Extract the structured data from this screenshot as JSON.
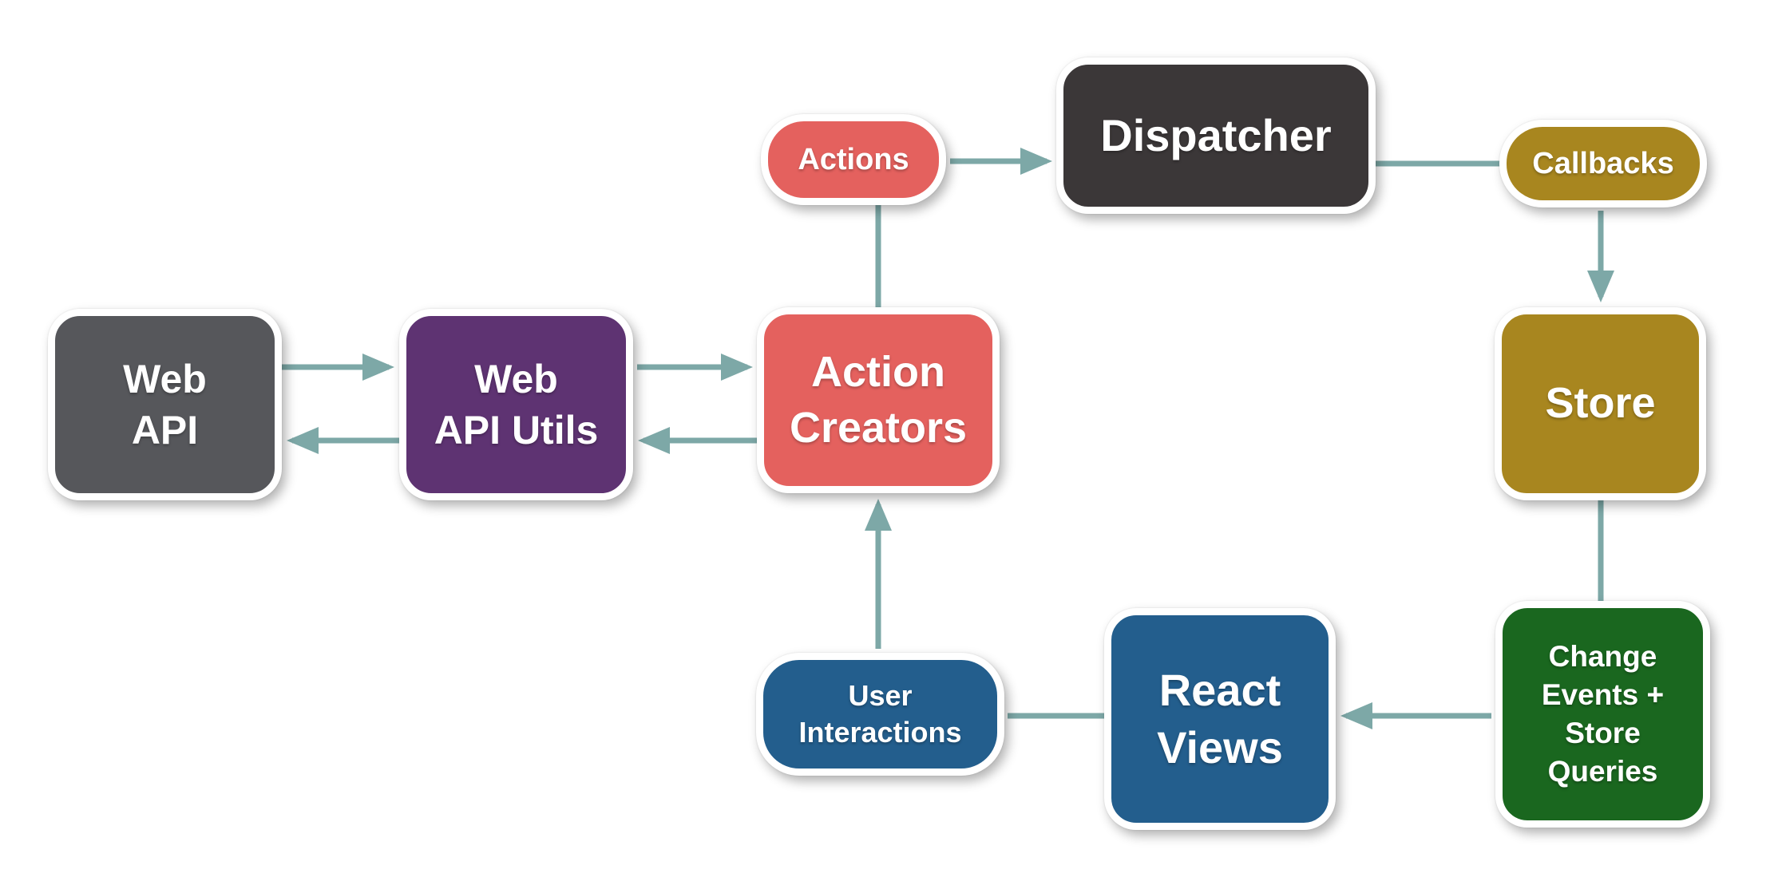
{
  "diagram": {
    "arrow_color": "#7da8a7",
    "background_color": "#ffffff",
    "node_border_color": "#ffffff",
    "nodes": {
      "web_api": {
        "lines": [
          "Web",
          "API"
        ],
        "color": "#56575b",
        "shape": "box"
      },
      "web_api_utils": {
        "lines": [
          "Web",
          "API Utils"
        ],
        "color": "#5e3372",
        "shape": "box"
      },
      "action_creators": {
        "lines": [
          "Action",
          "Creators"
        ],
        "color": "#e4615e",
        "shape": "box"
      },
      "actions": {
        "lines": [
          "Actions"
        ],
        "color": "#e4615e",
        "shape": "pill"
      },
      "dispatcher": {
        "lines": [
          "Dispatcher"
        ],
        "color": "#3b3738",
        "shape": "box"
      },
      "callbacks": {
        "lines": [
          "Callbacks"
        ],
        "color": "#a8861f",
        "shape": "pill"
      },
      "store": {
        "lines": [
          "Store"
        ],
        "color": "#a8861f",
        "shape": "box"
      },
      "change_events": {
        "lines": [
          "Change",
          "Events +",
          "Store",
          "Queries"
        ],
        "color": "#1a671f",
        "shape": "box"
      },
      "react_views": {
        "lines": [
          "React",
          "Views"
        ],
        "color": "#235e8d",
        "shape": "box"
      },
      "user_interactions": {
        "lines": [
          "User",
          "Interactions"
        ],
        "color": "#235e8d",
        "shape": "pill"
      }
    },
    "edges": [
      {
        "from": "web_api",
        "to": "web_api_utils",
        "arrowhead": true
      },
      {
        "from": "web_api_utils",
        "to": "web_api",
        "arrowhead": true
      },
      {
        "from": "web_api_utils",
        "to": "action_creators",
        "arrowhead": true
      },
      {
        "from": "action_creators",
        "to": "web_api_utils",
        "arrowhead": true
      },
      {
        "from": "action_creators",
        "to": "actions",
        "arrowhead": false
      },
      {
        "from": "actions",
        "to": "dispatcher",
        "arrowhead": true
      },
      {
        "from": "dispatcher",
        "to": "callbacks",
        "arrowhead": false
      },
      {
        "from": "callbacks",
        "to": "store",
        "arrowhead": true
      },
      {
        "from": "store",
        "to": "change_events",
        "arrowhead": false
      },
      {
        "from": "change_events",
        "to": "react_views",
        "arrowhead": true
      },
      {
        "from": "react_views",
        "to": "user_interactions",
        "arrowhead": false
      },
      {
        "from": "user_interactions",
        "to": "action_creators",
        "arrowhead": true
      }
    ]
  }
}
